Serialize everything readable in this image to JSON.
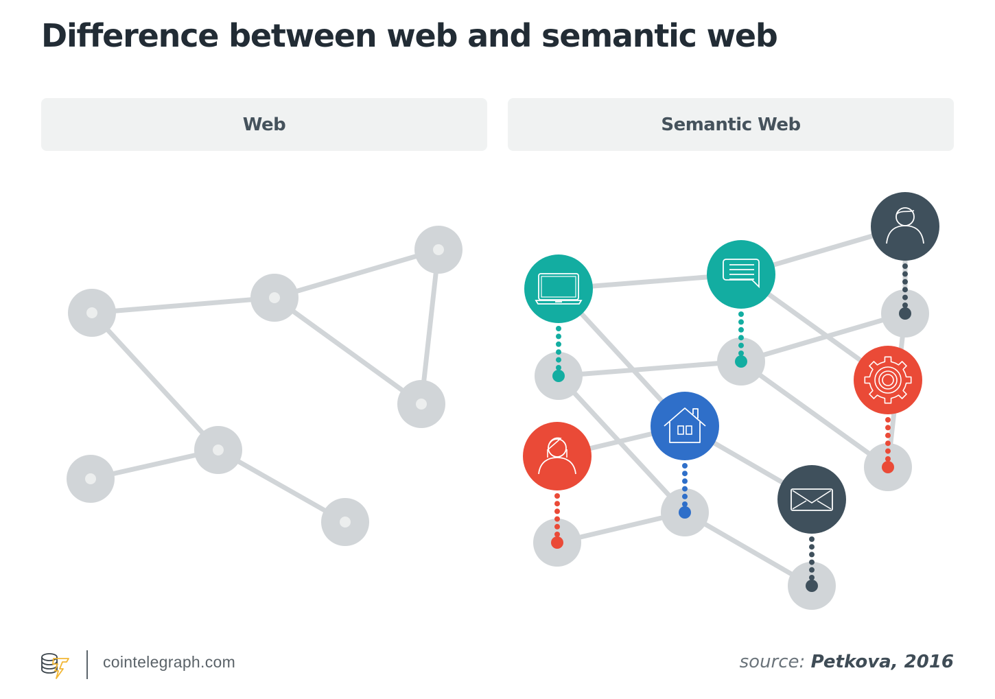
{
  "title": "Difference between web and semantic web",
  "panels": {
    "web": {
      "label": "Web"
    },
    "semantic": {
      "label": "Semantic Web"
    }
  },
  "colors": {
    "node_gray": "#d1d5d8",
    "node_center": "#eceeee",
    "edge_gray": "#d1d5d8",
    "teal": "#13ada1",
    "blue": "#2f6fc9",
    "red": "#ea4a37",
    "slate": "#3f505c"
  },
  "web_graph": {
    "nodes": [
      {
        "id": "w1"
      },
      {
        "id": "w2"
      },
      {
        "id": "w3"
      },
      {
        "id": "w4"
      },
      {
        "id": "w5"
      },
      {
        "id": "w6"
      },
      {
        "id": "w7"
      }
    ],
    "edges": [
      [
        "w1",
        "w2"
      ],
      [
        "w2",
        "w3"
      ],
      [
        "w3",
        "w4"
      ],
      [
        "w2",
        "w4"
      ],
      [
        "w1",
        "w5"
      ],
      [
        "w5",
        "w6"
      ],
      [
        "w5",
        "w7"
      ]
    ]
  },
  "semantic_graph": {
    "resources": [
      {
        "id": "laptop",
        "icon": "laptop-icon",
        "color": "teal",
        "anchor": "s1"
      },
      {
        "id": "chat",
        "icon": "chat-bubble-icon",
        "color": "teal",
        "anchor": "s2"
      },
      {
        "id": "man",
        "icon": "person-male-icon",
        "color": "slate",
        "anchor": "s3"
      },
      {
        "id": "gear",
        "icon": "gear-icon",
        "color": "red",
        "anchor": "s4"
      },
      {
        "id": "house",
        "icon": "house-icon",
        "color": "blue",
        "anchor": "s5"
      },
      {
        "id": "woman",
        "icon": "person-female-icon",
        "color": "red",
        "anchor": "s6"
      },
      {
        "id": "mail",
        "icon": "envelope-icon",
        "color": "slate",
        "anchor": "s7"
      }
    ],
    "anchors": [
      {
        "id": "s1"
      },
      {
        "id": "s2"
      },
      {
        "id": "s3"
      },
      {
        "id": "s4"
      },
      {
        "id": "s5"
      },
      {
        "id": "s6"
      },
      {
        "id": "s7"
      }
    ],
    "edges": [
      [
        "laptop",
        "chat"
      ],
      [
        "chat",
        "man"
      ],
      [
        "laptop",
        "house"
      ],
      [
        "chat",
        "gear"
      ],
      [
        "s1",
        "s2"
      ],
      [
        "s2",
        "s3"
      ],
      [
        "s1",
        "s5"
      ],
      [
        "s2",
        "s4"
      ],
      [
        "man",
        "s3"
      ],
      [
        "s3",
        "s4"
      ],
      [
        "woman",
        "house"
      ],
      [
        "house",
        "mail"
      ],
      [
        "s6",
        "s5"
      ],
      [
        "s5",
        "s7"
      ]
    ]
  },
  "footer": {
    "brand": "cointelegraph.com",
    "source_label": "source:",
    "source_ref": "Petkova, 2016"
  }
}
